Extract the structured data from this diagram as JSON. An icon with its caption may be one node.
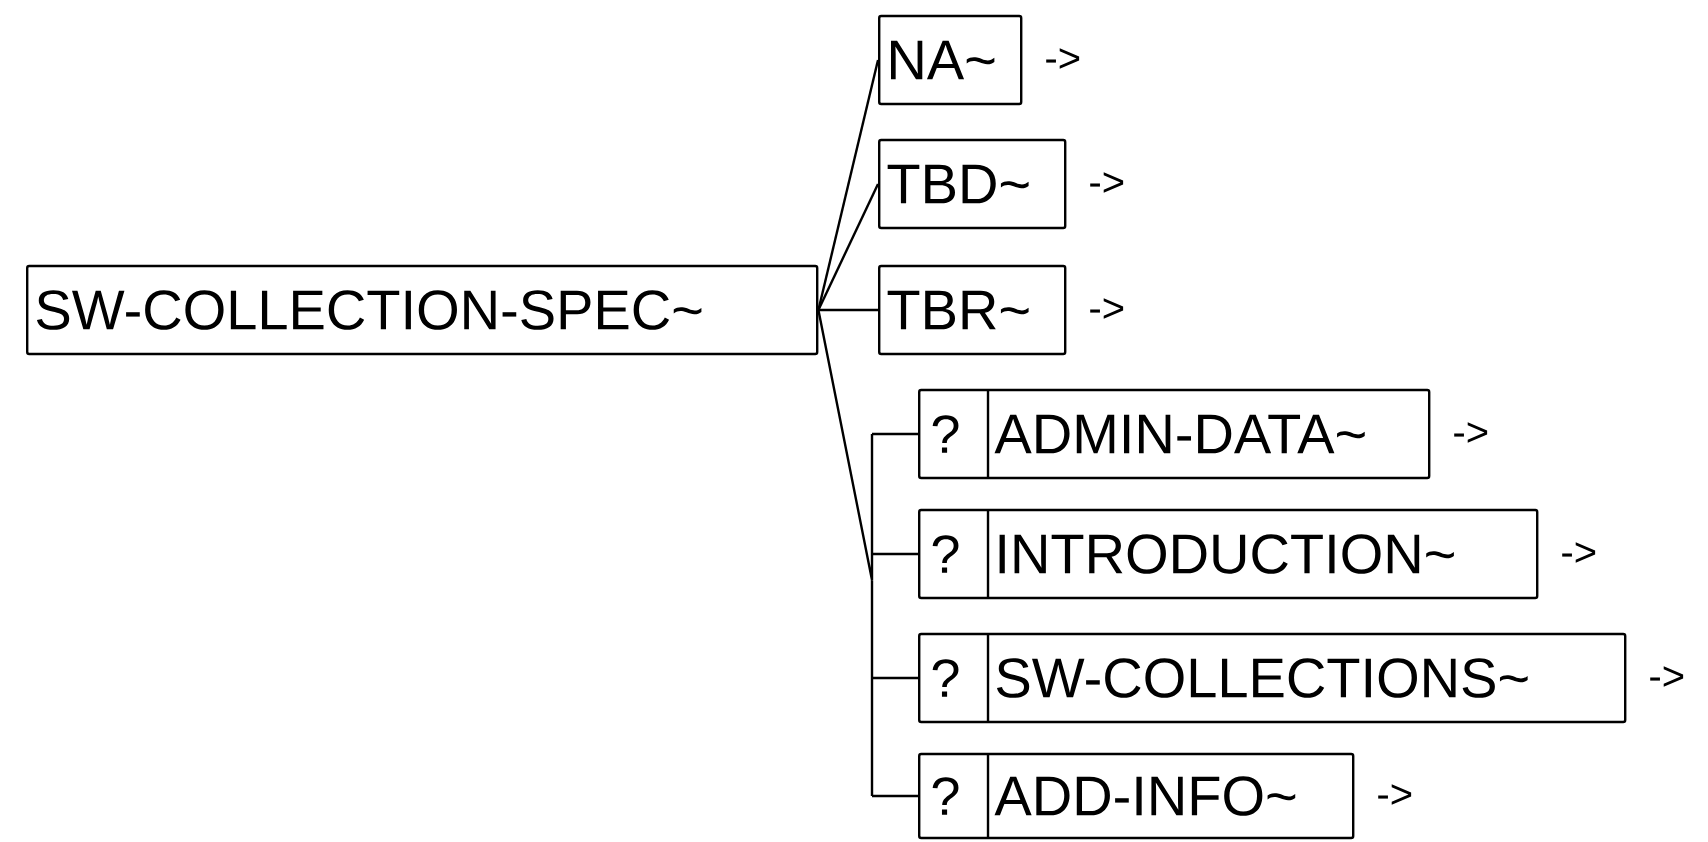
{
  "diagram": {
    "nodes": [
      {
        "text": [
          "SW-COLLECTION-SPEC~"
        ]
      },
      {
        "text": [
          "NA~"
        ],
        "beside": [
          "->"
        ]
      },
      {
        "text": [
          "TBD~"
        ],
        "beside": [
          "->"
        ]
      },
      {
        "text": [
          "TBR~"
        ],
        "beside": [
          "->"
        ]
      },
      {
        "text": [
          "?",
          "ADMIN-DATA~"
        ],
        "beside": [
          "->"
        ]
      },
      {
        "text": [
          "?",
          "INTRODUCTION~"
        ],
        "beside": [
          "->"
        ]
      },
      {
        "text": [
          "?",
          "SW-COLLECTIONS~"
        ],
        "beside": [
          "->"
        ]
      },
      {
        "text": [
          "?",
          "ADD-INFO~"
        ],
        "beside": [
          "->"
        ]
      }
    ],
    "edges": [
      {
        "from": 0,
        "to": 1,
        "arrow": "none"
      },
      {
        "from": 0,
        "to": 2,
        "arrow": "none"
      },
      {
        "from": 0,
        "to": 3,
        "arrow": "none"
      },
      {
        "from": 0,
        "to": 4,
        "arrow": "none"
      },
      {
        "from": 0,
        "to": 5,
        "arrow": "none"
      },
      {
        "from": 0,
        "to": 6,
        "arrow": "none"
      },
      {
        "from": 0,
        "to": 7,
        "arrow": "none"
      }
    ]
  }
}
